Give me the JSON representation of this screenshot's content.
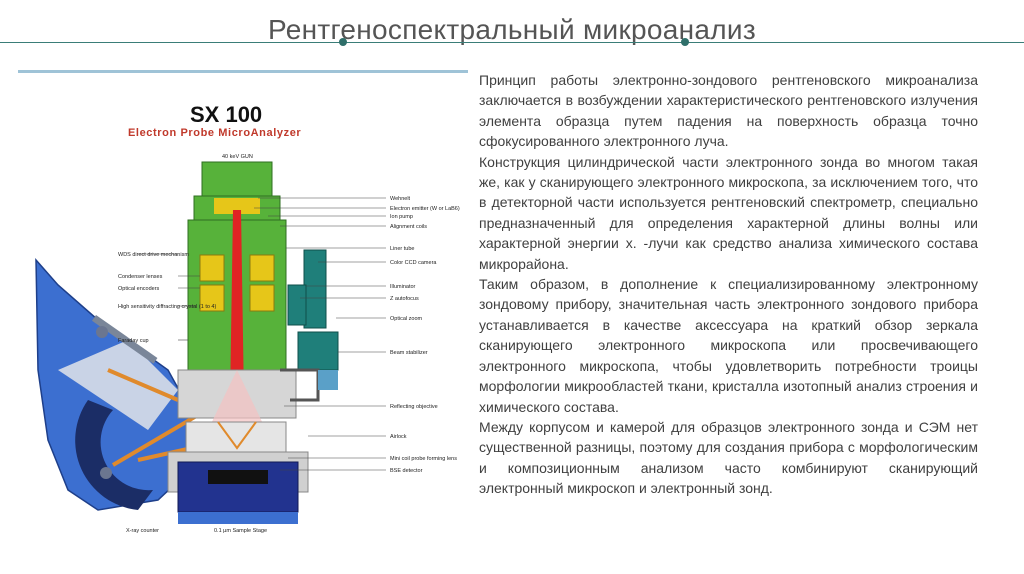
{
  "slide": {
    "title": "Рентгеноспектральный микроанализ",
    "paragraphs": [
      "Принцип работы электронно-зондового рентгеновского микроанализа заключается в возбуждении характеристического рентгеновского излучения элемента образца путем падения на поверхность образца точно сфокусированного электронного луча.",
      "Конструкция цилиндрической части электронного зонда во многом такая же, как у сканирующего электронного микроскопа, за исключением того, что в детекторной части используется рентгеновский спектрометр, специально предназначенный для определения характерной длины волны или характерной энергии х. -лучи как средство анализа химического состава микрорайона.",
      "Таким образом, в дополнение к специализированному электронному зондовому прибору, значительная часть электронного зондового прибора устанавливается в качестве аксессуара на краткий обзор зеркала сканирующего электронного микроскопа или просвечивающего электронного микроскопа, чтобы удовлетворить потребности троицы морфологии микрообластей ткани, кристалла изотопный анализ строения и химического состава.",
      "Между корпусом и камерой для образцов электронного зонда и СЭМ нет существенной разницы, поэтому для создания прибора с морфологическим и композиционным анализом часто комбинируют сканирующий электронный микроскоп и электронный зонд."
    ]
  },
  "figure": {
    "model": "SX 100",
    "subtitle": "Electron Probe MicroAnalyzer",
    "gun_label": "40 keV GUN",
    "right_labels": [
      "Wehnelt",
      "Electron emitter (W or LaB6)",
      "Ion pump",
      "Alignment coils",
      "Liner tube",
      "Color CCD camera",
      "Illuminator",
      "Z autofocus",
      "Optical zoom",
      "Beam stabilizer",
      "Reflecting objective",
      "Airlock",
      "Mini coil probe forming lens",
      "BSE detector"
    ],
    "left_labels": [
      "WDS direct drive mechanism",
      "Condenser lenses",
      "Optical encoders",
      "High sensitivity diffracting crystal (1 to 4)",
      "Faraday cup"
    ],
    "bottom_labels": [
      "X-ray counter",
      "0.1 µm Sample Stage"
    ],
    "colors": {
      "column": "#57b23a",
      "coil": "#e6c619",
      "housing": "#3c6fd0",
      "stage": "#22338f",
      "camera": "#1f7f7a",
      "beam": "#e02424",
      "xray": "#e08a2c"
    }
  }
}
